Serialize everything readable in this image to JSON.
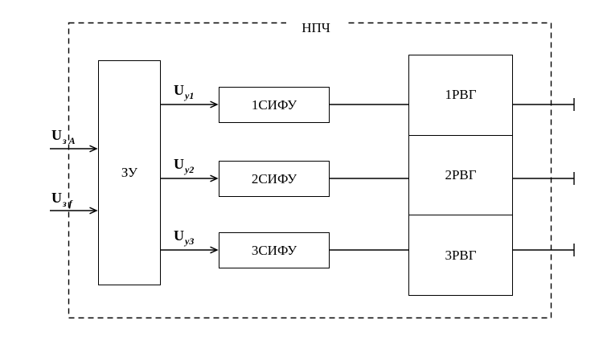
{
  "diagram": {
    "frame_title": "НПЧ",
    "zu": {
      "label": "ЗУ"
    },
    "sifu": [
      {
        "label": "1СИФУ"
      },
      {
        "label": "2СИФУ"
      },
      {
        "label": "3СИФУ"
      }
    ],
    "rvg": [
      {
        "label": "1РВГ"
      },
      {
        "label": "2РВГ"
      },
      {
        "label": "3РВГ"
      }
    ],
    "inputs": [
      {
        "base": "U",
        "sub": "з А"
      },
      {
        "base": "U",
        "sub": "з f"
      }
    ],
    "controls": [
      {
        "base": "U",
        "sub": "у1"
      },
      {
        "base": "U",
        "sub": "у2"
      },
      {
        "base": "U",
        "sub": "у3"
      }
    ],
    "colors": {
      "line": "#000000",
      "background": "#ffffff"
    }
  }
}
